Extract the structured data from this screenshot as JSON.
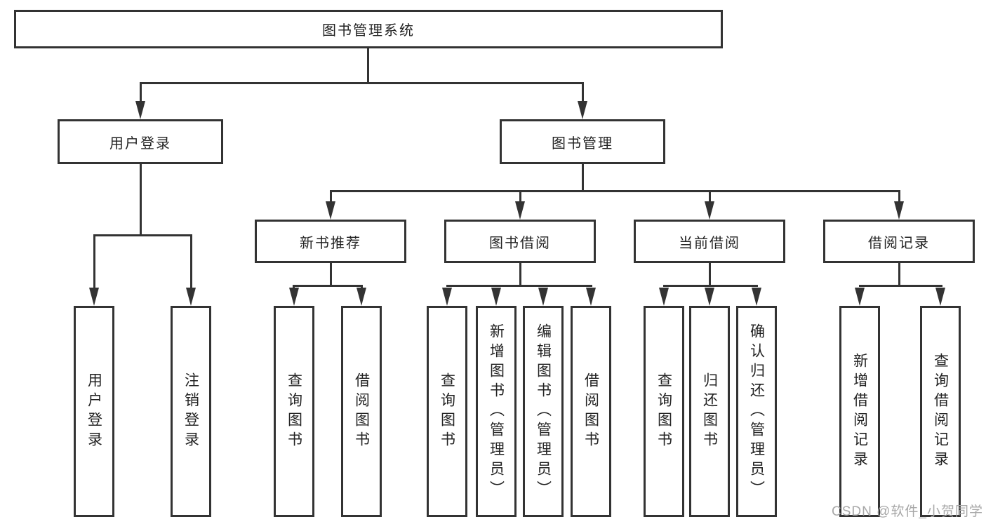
{
  "tree": {
    "root": {
      "label": "图书管理系统",
      "children": [
        {
          "label": "用户登录",
          "children": [
            {
              "label": "用户登录"
            },
            {
              "label": "注销登录"
            }
          ]
        },
        {
          "label": "图书管理",
          "children": [
            {
              "label": "新书推荐",
              "children": [
                {
                  "label": "查询图书"
                },
                {
                  "label": "借阅图书"
                }
              ]
            },
            {
              "label": "图书借阅",
              "children": [
                {
                  "label": "查询图书"
                },
                {
                  "label": "新增图书（管理员）"
                },
                {
                  "label": "编辑图书（管理员）"
                },
                {
                  "label": "借阅图书"
                }
              ]
            },
            {
              "label": "当前借阅",
              "children": [
                {
                  "label": "查询图书"
                },
                {
                  "label": "归还图书"
                },
                {
                  "label": "确认归还（管理员）"
                }
              ]
            },
            {
              "label": "借阅记录",
              "children": [
                {
                  "label": "新增借阅记录"
                },
                {
                  "label": "查询借阅记录"
                }
              ]
            }
          ]
        }
      ]
    }
  },
  "watermark": {
    "text": "CSDN @软件_小贺同学"
  },
  "colors": {
    "line": "#333333",
    "box_border": "#333333",
    "box_fill": "#ffffff",
    "text": "#222222",
    "watermark": "#a8a8a8",
    "background": "#ffffff"
  }
}
